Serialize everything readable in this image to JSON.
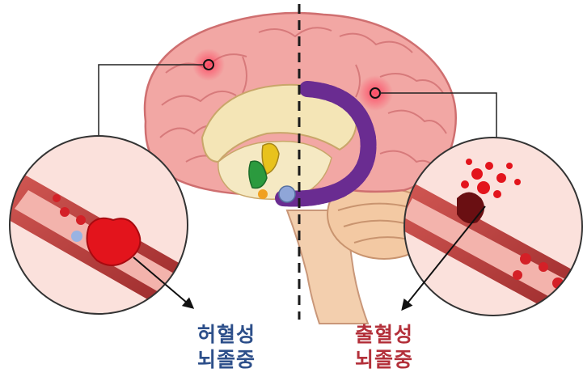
{
  "labels": {
    "ischemic": {
      "line1": "허혈성",
      "line2": "뇌졸중"
    },
    "hemorrhagic": {
      "line1": "출혈성",
      "line2": "뇌졸중"
    }
  },
  "colors": {
    "ischemic_text": "#2d4f8a",
    "hemorrhagic_text": "#b3303a",
    "brain": "#f2a7a4",
    "brain_fold": "#d9777a",
    "vessel": "#c2403f",
    "clot": "#e3141c",
    "spinal": "#f0c9a3",
    "purple_structure": "#6a2c91",
    "yellow_structure": "#e8c21d",
    "green_structure": "#2b9a3e"
  }
}
